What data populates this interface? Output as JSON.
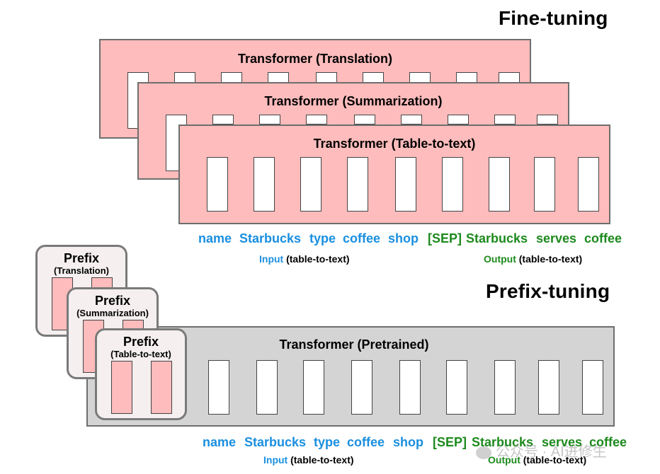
{
  "fine_tuning": {
    "title": "Fine-tuning",
    "transformers": [
      {
        "label": "Transformer (Translation)"
      },
      {
        "label": "Transformer (Summarization)"
      },
      {
        "label": "Transformer (Table-to-text)"
      }
    ],
    "tokens": {
      "input": [
        "name",
        "Starbucks",
        "type",
        "coffee",
        "shop"
      ],
      "output": [
        "[SEP]",
        "Starbucks",
        "serves",
        "coffee"
      ]
    },
    "input_caption": {
      "keyword": "Input",
      "rest": "(table-to-text)"
    },
    "output_caption": {
      "keyword": "Output",
      "rest": "(table-to-text)"
    }
  },
  "prefix_tuning": {
    "title": "Prefix-tuning",
    "prefixes": [
      {
        "title": "Prefix",
        "subtitle": "(Translation)"
      },
      {
        "title": "Prefix",
        "subtitle": "(Summarization)"
      },
      {
        "title": "Prefix",
        "subtitle": "(Table-to-text)"
      }
    ],
    "transformer": {
      "label": "Transformer  (Pretrained)"
    },
    "tokens": {
      "input": [
        "name",
        "Starbucks",
        "type",
        "coffee",
        "shop"
      ],
      "output": [
        "[SEP]",
        "Starbucks",
        "serves",
        "coffee"
      ]
    },
    "input_caption": {
      "keyword": "Input",
      "rest": "(table-to-text)"
    },
    "output_caption": {
      "keyword": "Output",
      "rest": "(table-to-text)"
    }
  },
  "watermark": "公众号 · AI进修生",
  "colors": {
    "input_blue": "#1a8fe0",
    "output_green": "#1d8a1d",
    "finetune_pink": "#ffbcbc",
    "pretrained_gray": "#d4d4d4"
  }
}
